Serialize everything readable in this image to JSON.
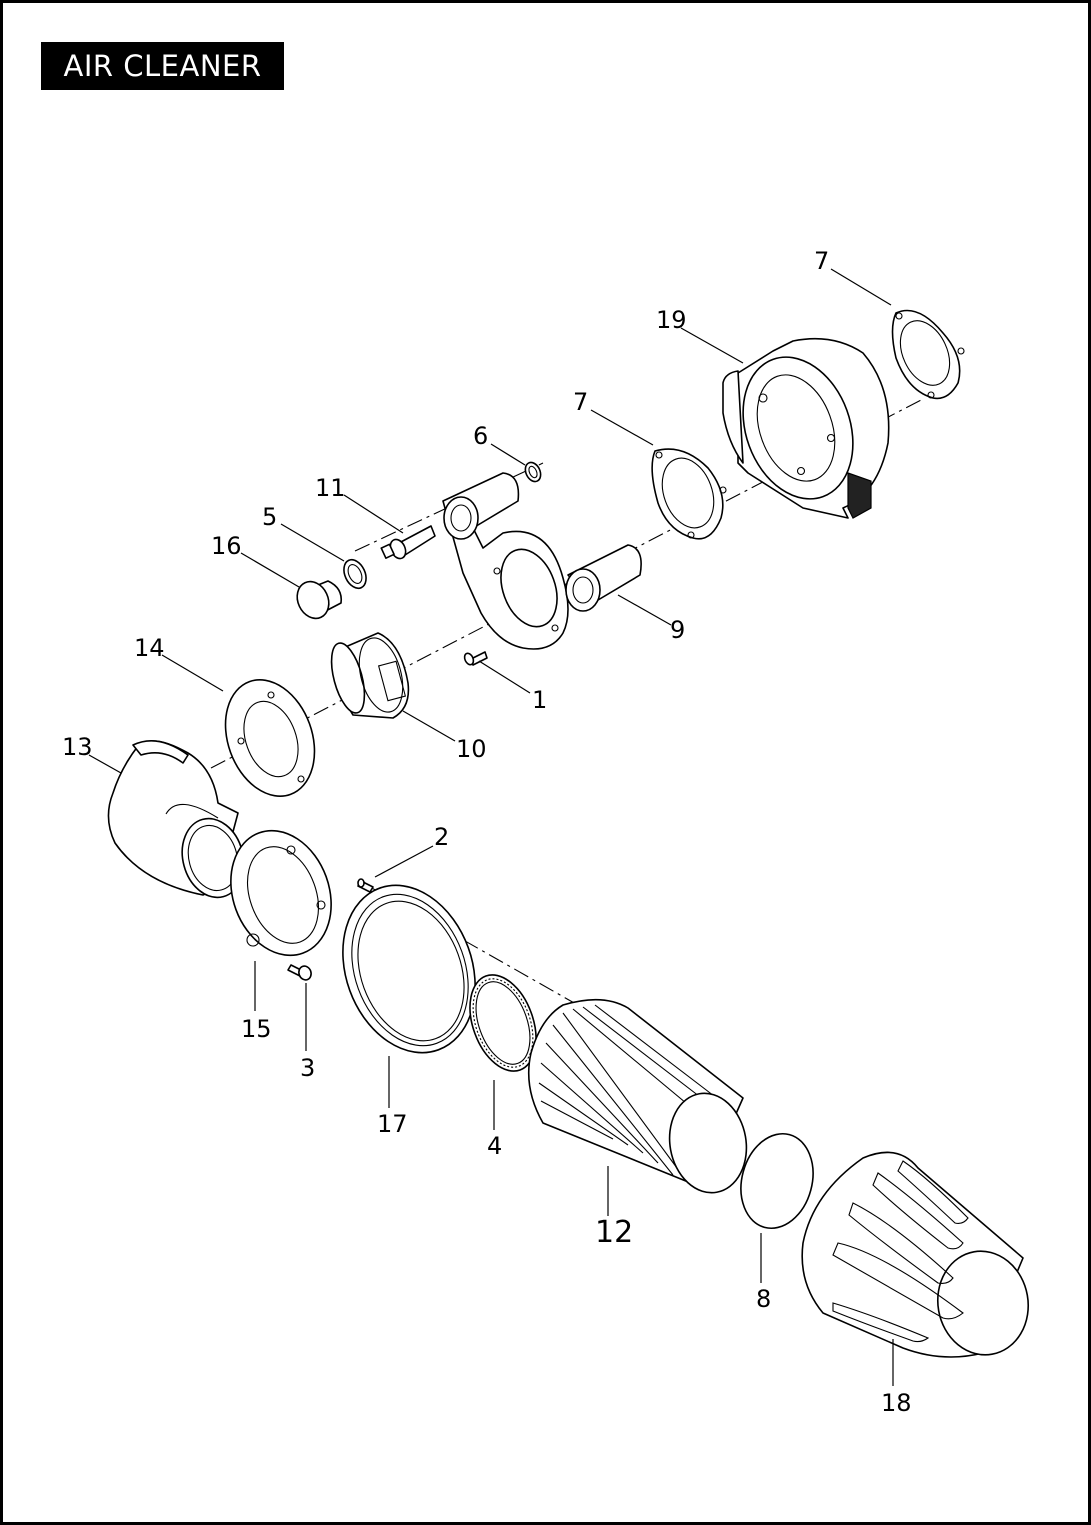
{
  "title": "AIR CLEANER",
  "callouts": {
    "c1": "1",
    "c2": "2",
    "c3": "3",
    "c4": "4",
    "c5": "5",
    "c6": "6",
    "c7a": "7",
    "c7b": "7",
    "c8": "8",
    "c9": "9",
    "c10": "10",
    "c11": "11",
    "c12": "12",
    "c13": "13",
    "c14": "14",
    "c15": "15",
    "c16": "16",
    "c17": "17",
    "c18": "18",
    "c19": "19"
  },
  "colors": {
    "ink": "#000000",
    "paper": "#ffffff"
  }
}
